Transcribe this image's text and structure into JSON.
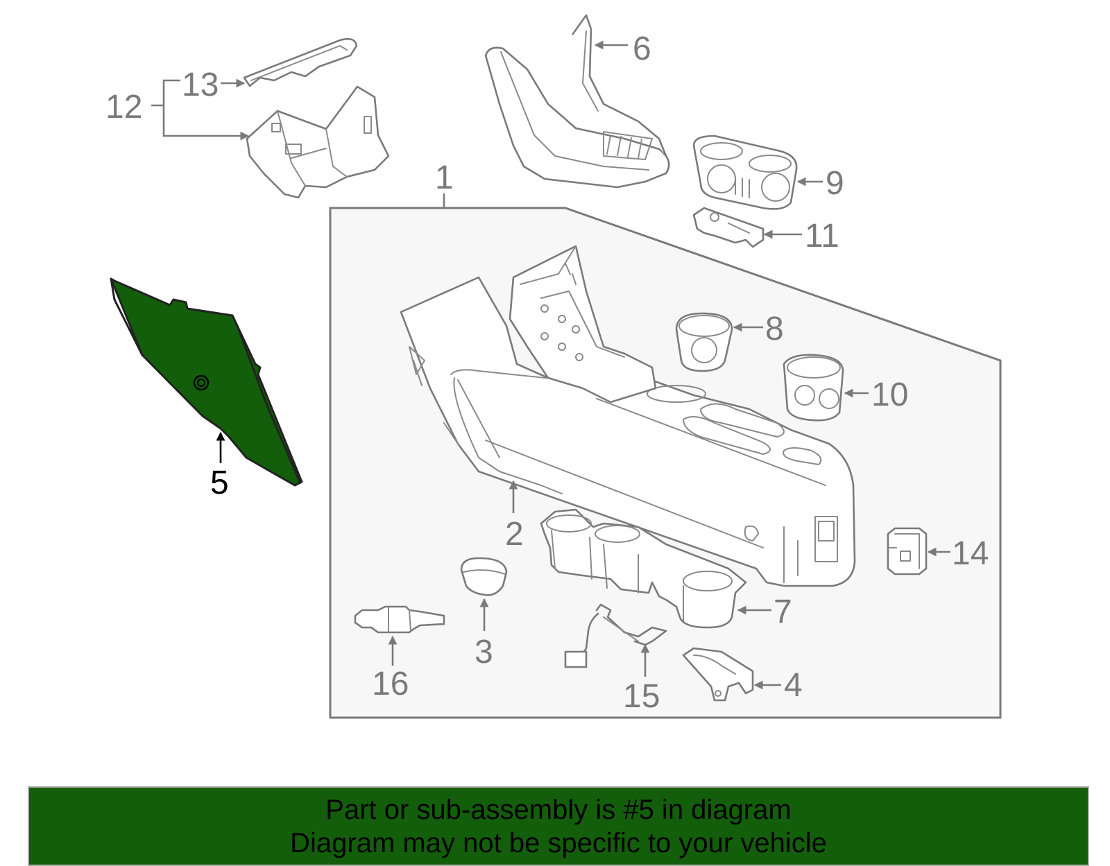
{
  "diagram": {
    "highlight_color": "#135e0a",
    "line_color": "#7a7a7a",
    "callouts": [
      {
        "id": "1",
        "text": "1"
      },
      {
        "id": "2",
        "text": "2"
      },
      {
        "id": "3",
        "text": "3"
      },
      {
        "id": "4",
        "text": "4"
      },
      {
        "id": "5",
        "text": "5",
        "highlighted": true
      },
      {
        "id": "6",
        "text": "6"
      },
      {
        "id": "7",
        "text": "7"
      },
      {
        "id": "8",
        "text": "8"
      },
      {
        "id": "9",
        "text": "9"
      },
      {
        "id": "10",
        "text": "10"
      },
      {
        "id": "11",
        "text": "11"
      },
      {
        "id": "12",
        "text": "12"
      },
      {
        "id": "13",
        "text": "13"
      },
      {
        "id": "14",
        "text": "14"
      },
      {
        "id": "15",
        "text": "15"
      },
      {
        "id": "16",
        "text": "16"
      }
    ]
  },
  "banner": {
    "background": "#135e0a",
    "line1": "Part or sub-assembly is #5 in diagram",
    "line2": "Diagram may not be specific to your vehicle"
  }
}
